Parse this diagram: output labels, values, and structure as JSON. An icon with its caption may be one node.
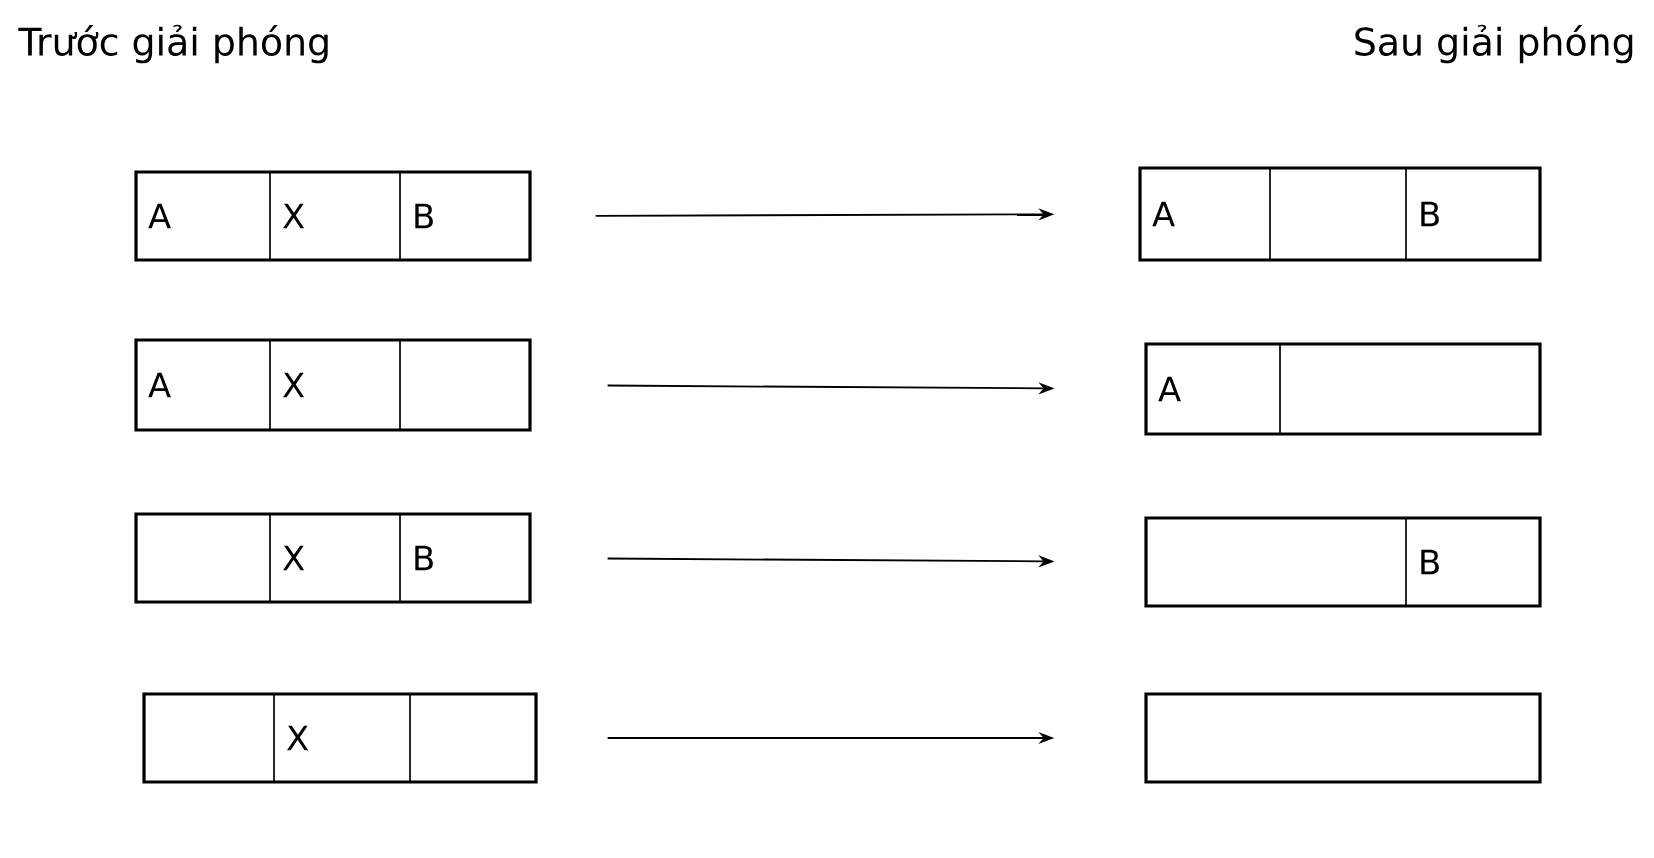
{
  "diagram": {
    "nodes": [
      {
        "text": [],
        "shape": "box"
      },
      {
        "text": [
          "A"
        ],
        "in": 0
      },
      {
        "text": [
          "X"
        ],
        "in": 0
      },
      {
        "text": [
          "B"
        ],
        "in": 0
      },
      {
        "text": [],
        "shape": "box"
      },
      {
        "text": [
          "A"
        ],
        "in": 4
      },
      {
        "text": [],
        "shape": "box",
        "in": 4
      },
      {
        "text": [
          "B"
        ],
        "in": 4
      },
      {
        "text": [],
        "shape": "box"
      },
      {
        "text": [
          "A"
        ],
        "in": 8
      },
      {
        "text": [
          "X"
        ],
        "in": 8
      },
      {
        "text": [],
        "shape": "box",
        "in": 8
      },
      {
        "text": [],
        "shape": "box"
      },
      {
        "text": [
          "A"
        ],
        "in": 12
      },
      {
        "text": [],
        "shape": "box",
        "in": 12
      },
      {
        "text": [],
        "shape": "box"
      },
      {
        "text": [],
        "shape": "box",
        "in": 15
      },
      {
        "text": [
          "X"
        ],
        "in": 15
      },
      {
        "text": [
          "B"
        ],
        "in": 15
      },
      {
        "text": [],
        "shape": "box"
      },
      {
        "text": [],
        "shape": "box",
        "in": 19
      },
      {
        "text": [
          "B"
        ],
        "in": 19
      },
      {
        "text": [],
        "shape": "box"
      },
      {
        "text": [],
        "shape": "box",
        "in": 22
      },
      {
        "text": [
          "X"
        ],
        "in": 22
      },
      {
        "text": [],
        "shape": "box",
        "in": 22
      },
      {
        "text": [],
        "shape": "box"
      }
    ],
    "edges": [
      {
        "from": 0,
        "to": 4,
        "arrow": "to"
      },
      {
        "from": 8,
        "to": 12,
        "arrow": "to"
      },
      {
        "from": 15,
        "to": 19,
        "arrow": "to"
      },
      {
        "from": 22,
        "to": 26,
        "arrow": "to"
      }
    ],
    "labels": [
      "Trước giải phóng",
      "Sau giải phóng"
    ]
  }
}
